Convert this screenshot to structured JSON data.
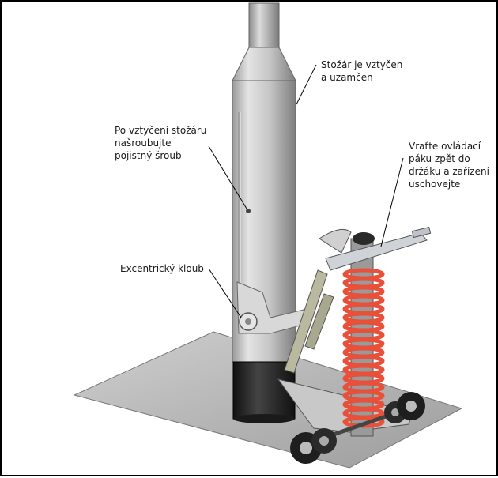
{
  "callouts": {
    "mast_raised": "Stožár je vztyčen\na uzamčen",
    "safety_screw": "Po vztyčení stožáru\nnašroubujte\npojistný šroub",
    "lever_return": "Vraťte ovládací\npáku zpět do\ndržáku a zařízení\nuschovejte",
    "eccentric_joint": "Excentrický kloub"
  },
  "colors": {
    "mast": "#c9c9c9",
    "mast_shadow": "#8f8f8f",
    "mast_base": "#2a2a2a",
    "spring": "#e8503a",
    "base_plate": "#b5b5b5",
    "wheel": "#1e1e1e"
  },
  "icons": [
    "mast",
    "spring-assembly",
    "wheel",
    "lever",
    "base-plate"
  ]
}
